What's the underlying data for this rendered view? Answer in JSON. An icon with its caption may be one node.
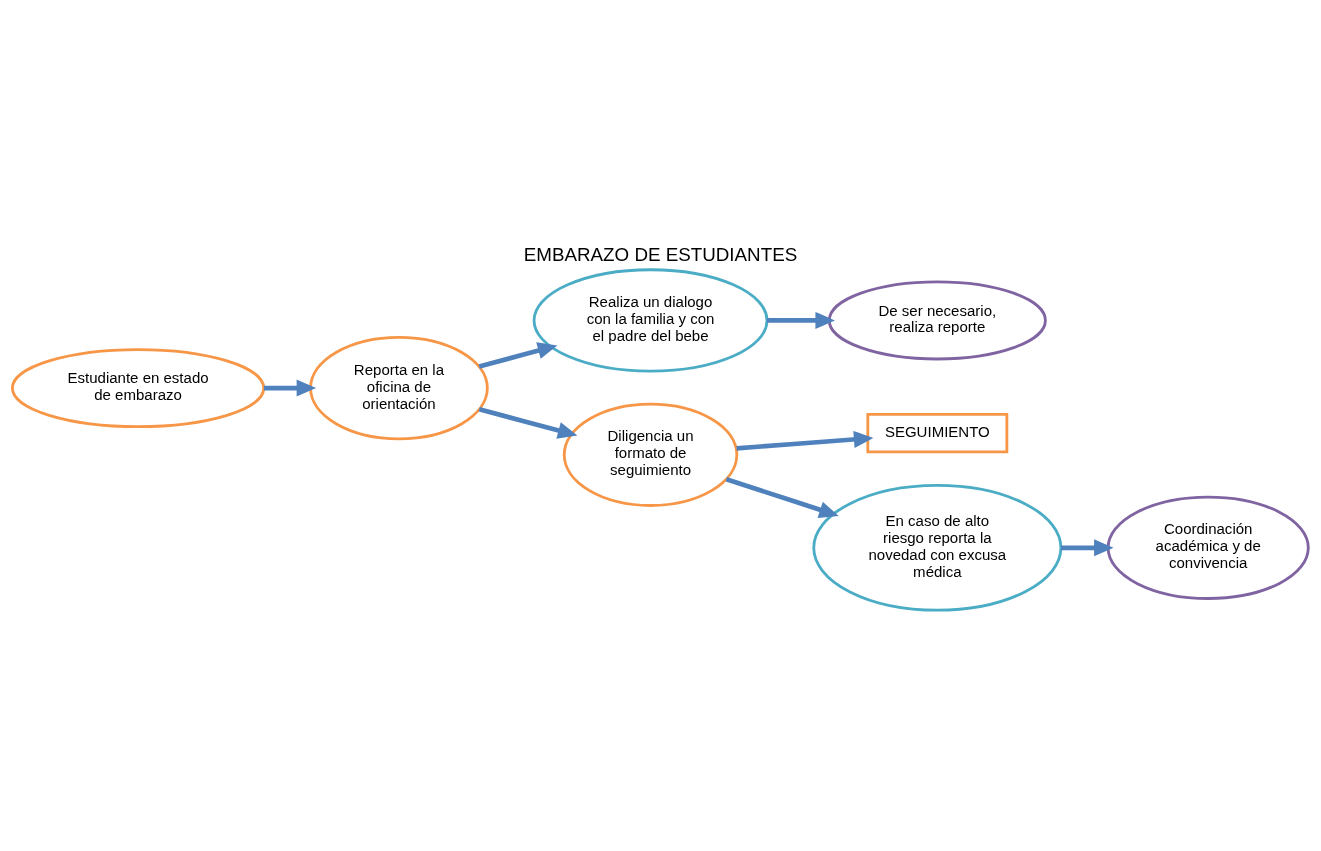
{
  "diagram": {
    "title": "EMBARAZO DE ESTUDIANTES",
    "nodes": [
      {
        "text": [
          "Estudiante en estado de embarazo"
        ]
      },
      {
        "text": [
          "Reporta en la oficina de orientación"
        ]
      },
      {
        "text": [
          "Realiza un dialogo con la familia y con el padre del bebe"
        ]
      },
      {
        "text": [
          "De ser necesario, realiza reporte"
        ]
      },
      {
        "text": [
          "Diligencia un formato de seguimiento"
        ]
      },
      {
        "text": [
          "SEGUIMIENTO"
        ]
      },
      {
        "text": [
          "En caso de alto riesgo reporta la novedad con excusa médica"
        ]
      },
      {
        "text": [
          "Coordinación académica y de convivencia"
        ]
      }
    ],
    "edges": [
      {
        "from": 0,
        "to": 1,
        "arrow": "to"
      },
      {
        "from": 1,
        "to": 2,
        "arrow": "to"
      },
      {
        "from": 2,
        "to": 3,
        "arrow": "to"
      },
      {
        "from": 1,
        "to": 4,
        "arrow": "to"
      },
      {
        "from": 4,
        "to": 5,
        "arrow": "to"
      },
      {
        "from": 4,
        "to": 6,
        "arrow": "to"
      },
      {
        "from": 6,
        "to": 7,
        "arrow": "to"
      }
    ]
  }
}
